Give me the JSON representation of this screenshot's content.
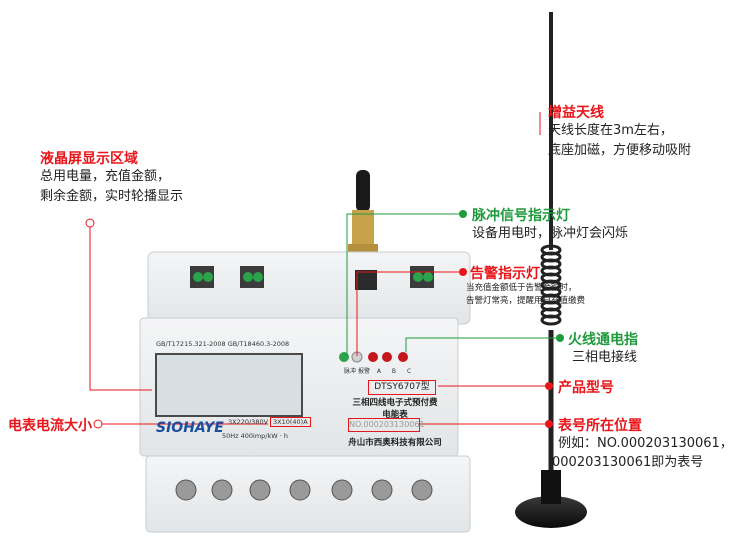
{
  "device": {
    "standards": "GB/T17215.321-2008 GB/T18460.3-2008",
    "brand": "SIOHAYE",
    "model_box": "DTSY6707型",
    "name_line1": "三相四线电子式预付费",
    "name_line2": "电能表",
    "rating_voltage": "3X220/380V",
    "rating_current": "3X10(40)A",
    "freq_const": "50Hz  400imp/kW · h",
    "meter_no": "NO.000203130061",
    "maker": "舟山市西奥科技有限公司",
    "ind_pulse": "脉冲",
    "ind_alarm": "报警",
    "ind_a": "A",
    "ind_b": "B",
    "ind_c": "C"
  },
  "annotations": {
    "lcd": {
      "title": "液晶屏显示区域",
      "line1": "总用电量，充值金额，",
      "line2": "剩余金额，实时轮播显示"
    },
    "antenna": {
      "title": "增益天线",
      "line1": "天线长度在3m左右，",
      "line2": "底座加磁，方便移动吸附"
    },
    "pulse": {
      "title": "脉冲信号指示灯",
      "line1": "设备用电时，脉冲灯会闪烁"
    },
    "alarm": {
      "title": "告警指示灯",
      "line1": "当充值金额低于告警金额时，",
      "line2": "告警灯常亮，提醒用户充值缴费"
    },
    "live": {
      "title": "火线通电指",
      "line1": "三相电接线"
    },
    "model": {
      "title": "产品型号"
    },
    "current": {
      "title": "电表电流大小"
    },
    "number": {
      "title": "表号所在位置",
      "line1": "例如：NO.000203130061，",
      "line2": "000203130061即为表号"
    }
  },
  "colors": {
    "red": "#e8161b",
    "green": "#1f9a3c",
    "meter_body": "#eceeef",
    "lcd": "#d7dfe3"
  }
}
